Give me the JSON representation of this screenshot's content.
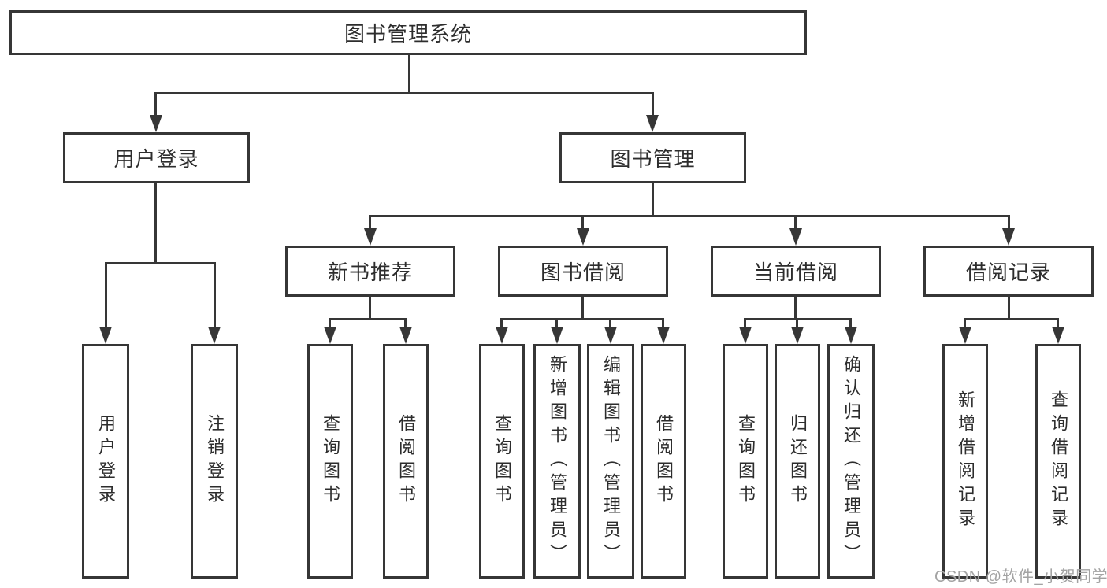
{
  "diagram": {
    "root": {
      "label": "图书管理系统"
    },
    "level2": [
      "用户登录",
      "图书管理"
    ],
    "level3": [
      "新书推荐",
      "图书借阅",
      "当前借阅",
      "借阅记录"
    ],
    "leaves": {
      "user_login": [
        "用户登录",
        "注销登录"
      ],
      "new_book_recommend": [
        "查询图书",
        "借阅图书"
      ],
      "book_borrowing": [
        "查询图书",
        "新增图书（管理员）",
        "编辑图书（管理员）",
        "借阅图书"
      ],
      "current_borrowing": [
        "查询图书",
        "归还图书",
        "确认归还（管理员）"
      ],
      "borrowing_records": [
        "新增借阅记录",
        "查询借阅记录"
      ]
    }
  },
  "watermark": {
    "text": "CSDN @软件_小贺同学"
  },
  "colors": {
    "line": "#363636",
    "box_border": "#363636",
    "text": "#2d2d2d",
    "watermark_text": "#a3a3a3",
    "background": "#ffffff"
  }
}
